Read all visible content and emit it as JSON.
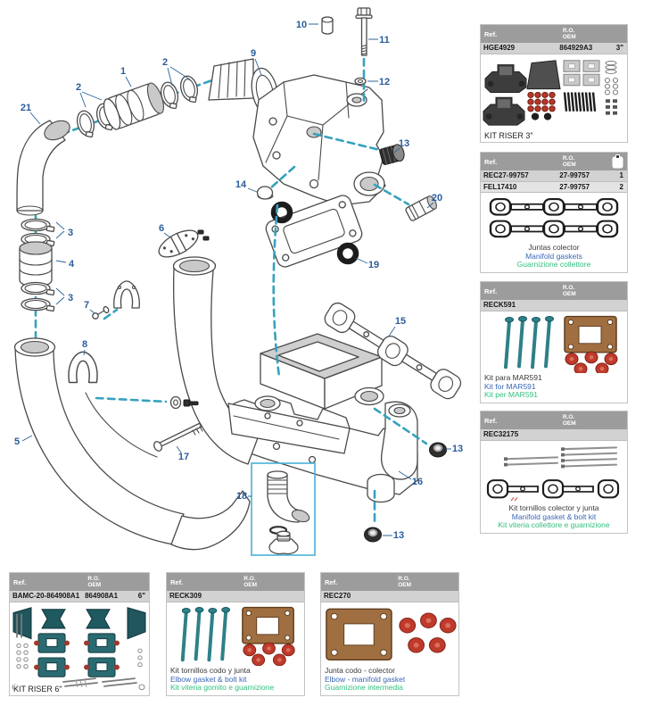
{
  "colors": {
    "callout_blue": "#2a5d9c",
    "dash_teal": "#35a2be",
    "table_header_bg": "#9c9c9c",
    "row_bg": "#d2d2d2",
    "row_alt_bg": "#e4e4e4",
    "caption_blue": "#3a67b8",
    "caption_green": "#2fbf7d",
    "highlight_box_blue": "#49b0d6"
  },
  "tables": {
    "header_ref": "Ref.",
    "header_ro": "R.O.",
    "header_oem": "OEM"
  },
  "right_tables": [
    {
      "rows": [
        {
          "ref": "HGE4929",
          "oem": "864929A3",
          "qty": "3\""
        }
      ],
      "caption": "KIT RISER 3\""
    },
    {
      "rows": [
        {
          "ref": "REC27-99757",
          "oem": "27-99757",
          "qty": "1"
        },
        {
          "ref": "FEL17410",
          "oem": "27-99757",
          "qty": "2"
        }
      ],
      "captions": {
        "es": "Juntas colector",
        "en": "Manifold gaskets",
        "it": "Guarnizione collettore"
      }
    },
    {
      "rows": [
        {
          "ref": "RECK591",
          "oem": "",
          "qty": ""
        }
      ],
      "captions": {
        "es": "Kit para MAR591",
        "en": "Kit for MAR591",
        "it": "Kit per MAR591"
      }
    },
    {
      "rows": [
        {
          "ref": "REC32175",
          "oem": "",
          "qty": ""
        }
      ],
      "captions": {
        "es": "Kit tornillos colector y junta",
        "en": "Manifold gasket & bolt kit",
        "it": "Kit viteria collettore e guarnizione"
      }
    }
  ],
  "bottom_tables": [
    {
      "rows": [
        {
          "ref": "BAMC-20-864908A1",
          "oem": "864908A1",
          "qty": "6\""
        }
      ],
      "caption": "KIT RISER 6\""
    },
    {
      "rows": [
        {
          "ref": "RECK309",
          "oem": "",
          "qty": ""
        }
      ],
      "captions": {
        "es": "Kit tornillos codo y junta",
        "en": "Elbow gasket & bolt kit",
        "it": "Kit viteria gomito e guarnizione"
      }
    },
    {
      "rows": [
        {
          "ref": "REC270",
          "oem": "",
          "qty": ""
        }
      ],
      "captions": {
        "es": "Junta codo - colector",
        "en": "Elbow - manifold gasket",
        "it": "Guarnizione intermedia"
      }
    }
  ],
  "diagram": {
    "callouts": [
      "10",
      "11",
      "12",
      "9",
      "2",
      "1",
      "2",
      "21",
      "13",
      "14",
      "20",
      "19",
      "3",
      "4",
      "3",
      "6",
      "7",
      "8",
      "5",
      "15",
      "16",
      "17",
      "18",
      "13",
      "13"
    ]
  }
}
